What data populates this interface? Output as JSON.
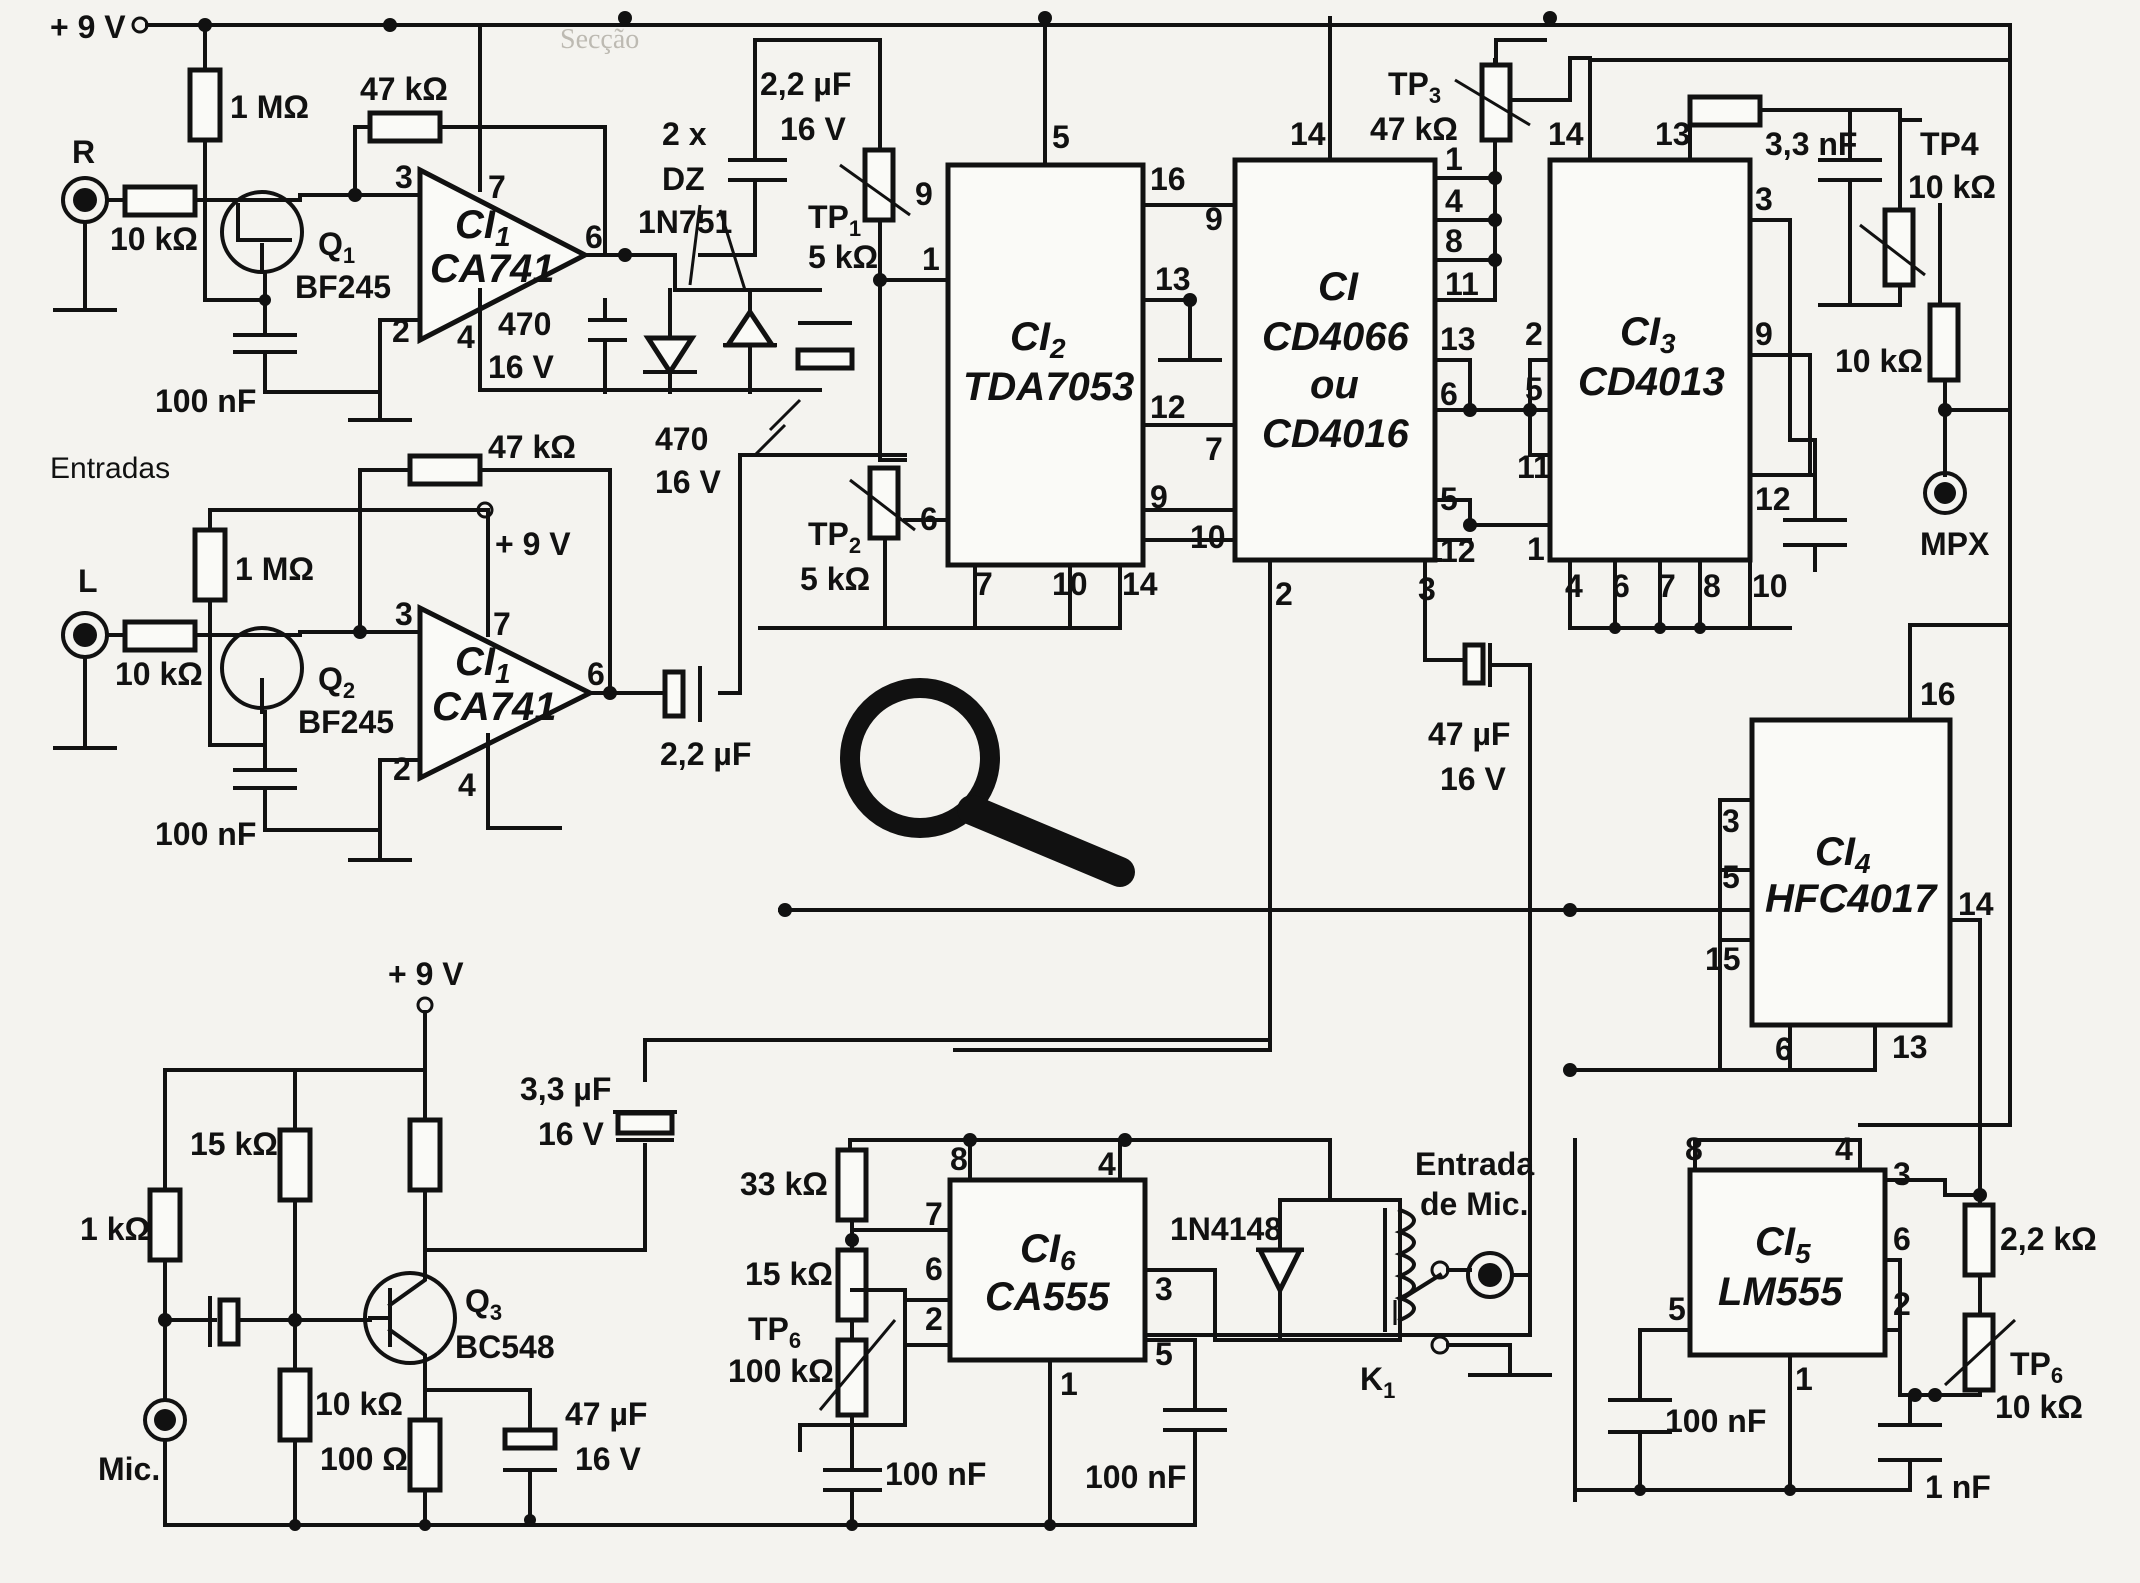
{
  "header": {
    "title": "Secção"
  },
  "supply": {
    "vcc_top": "+ 9 V",
    "vcc_mid": "+ 9 V",
    "vcc_mic": "+ 9 V"
  },
  "inputs": {
    "group_label": "Entradas",
    "right": "R",
    "left": "L",
    "mic": "Mic."
  },
  "r_channel": {
    "r_in": "10 kΩ",
    "r_bias": "1 MΩ",
    "r_fb": "47 kΩ",
    "c_src": "100 nF",
    "q_name": "Q",
    "q_sub": "1",
    "q_type": "BF245",
    "ic_name": "CI",
    "ic_sub": "1",
    "ic_type": "CA741",
    "pin3": "3",
    "pin7": "7",
    "pin6": "6",
    "pin2": "2",
    "pin4": "4"
  },
  "l_channel": {
    "r_in": "10 kΩ",
    "r_bias": "1 MΩ",
    "r_fb": "47 kΩ",
    "c_src": "100 nF",
    "q_name": "Q",
    "q_sub": "2",
    "q_type": "BF245",
    "ic_name": "CI",
    "ic_sub": "1",
    "ic_type": "CA741",
    "pin3": "3",
    "pin7": "7",
    "pin6": "6",
    "pin2": "2",
    "pin4": "4",
    "c_out": "2,2 µF"
  },
  "zener": {
    "count": "2 x",
    "dz": "DZ",
    "part": "1N751",
    "c1a": "470",
    "c1b": "16 V",
    "c2a": "470",
    "c2b": "16 V",
    "c_top": "2,2 µF",
    "c_top_v": "16 V"
  },
  "tp1": {
    "name": "TP",
    "sub": "1",
    "value": "5 kΩ"
  },
  "tp2": {
    "name": "TP",
    "sub": "2",
    "value": "5 kΩ"
  },
  "tp3": {
    "name": "TP",
    "sub": "3",
    "value": "47 kΩ"
  },
  "tp4": {
    "name": "TP4",
    "value": "10 kΩ"
  },
  "tp6a": {
    "name": "TP",
    "sub": "6",
    "value": "100 kΩ"
  },
  "tp6b": {
    "name": "TP",
    "sub": "6",
    "value": "10 kΩ"
  },
  "ic2": {
    "name": "CI",
    "sub": "2",
    "type": "TDA7053",
    "pins": {
      "p5": "5",
      "p9": "9",
      "p1": "1",
      "p6": "6",
      "p7": "7",
      "p10": "10",
      "p14": "14",
      "p16": "16",
      "p13": "13",
      "p12": "12",
      "p9r": "9",
      "p10r": "10"
    }
  },
  "ic_sw": {
    "name": "CI",
    "line2": "CD4066",
    "line3": "ou",
    "line4": "CD4016",
    "pins": {
      "p14": "14",
      "p9": "9",
      "p7": "7",
      "p2": "2",
      "p1": "1",
      "p4": "4",
      "p8": "8",
      "p11": "11",
      "p13": "13",
      "p6": "6",
      "p5": "5",
      "p12": "12",
      "p3": "3"
    }
  },
  "ic3": {
    "name": "CI",
    "sub": "3",
    "type": "CD4013",
    "pins": {
      "p14": "14",
      "p13": "13",
      "p3": "3",
      "p9": "9",
      "p2": "2",
      "p5": "5",
      "p11": "11",
      "p12": "12",
      "p1": "1",
      "b4": "4",
      "b6": "6",
      "b7": "7",
      "b8": "8",
      "b10": "10"
    },
    "c": "3,3 nF",
    "r": "10 kΩ"
  },
  "mpx": {
    "label": "MPX"
  },
  "c_out_ic": {
    "value": "47 µF",
    "volt": "16 V"
  },
  "ic4": {
    "name": "CI",
    "sub": "4",
    "type": "HFC4017",
    "pins": {
      "p16": "16",
      "p3": "3",
      "p5": "5",
      "p15": "15",
      "p14": "14",
      "p6": "6",
      "p13": "13"
    }
  },
  "mic_amp": {
    "r1": "15 kΩ",
    "r2": "1 kΩ",
    "r3": "10 kΩ",
    "r4": "100 Ω",
    "q_name": "Q",
    "q_sub": "3",
    "q_type": "BC548",
    "c_out": "3,3 µF",
    "c_out_v": "16 V",
    "c_e": "47 µF",
    "c_e_v": "16 V"
  },
  "ic6": {
    "name": "CI",
    "sub": "6",
    "type": "CA555",
    "pins": {
      "p8": "8",
      "p4": "4",
      "p7": "7",
      "p6": "6",
      "p2": "2",
      "p3": "3",
      "p5": "5",
      "p1": "1"
    },
    "r1": "33 kΩ",
    "r2": "15 kΩ",
    "c1": "100 nF",
    "c2": "100 nF"
  },
  "relay": {
    "diode": "1N4148",
    "name": "K",
    "sub": "1",
    "in1": "Entrada",
    "in2": "de Mic."
  },
  "ic5": {
    "name": "CI",
    "sub": "5",
    "type": "LM555",
    "pins": {
      "p8": "8",
      "p4": "4",
      "p3": "3",
      "p6": "6",
      "p5": "5",
      "p2": "2",
      "p1": "1"
    },
    "r": "2,2 kΩ",
    "c1": "100 nF",
    "c2": "1 nF"
  },
  "icons": {
    "magnifier": "magnifier-icon"
  }
}
